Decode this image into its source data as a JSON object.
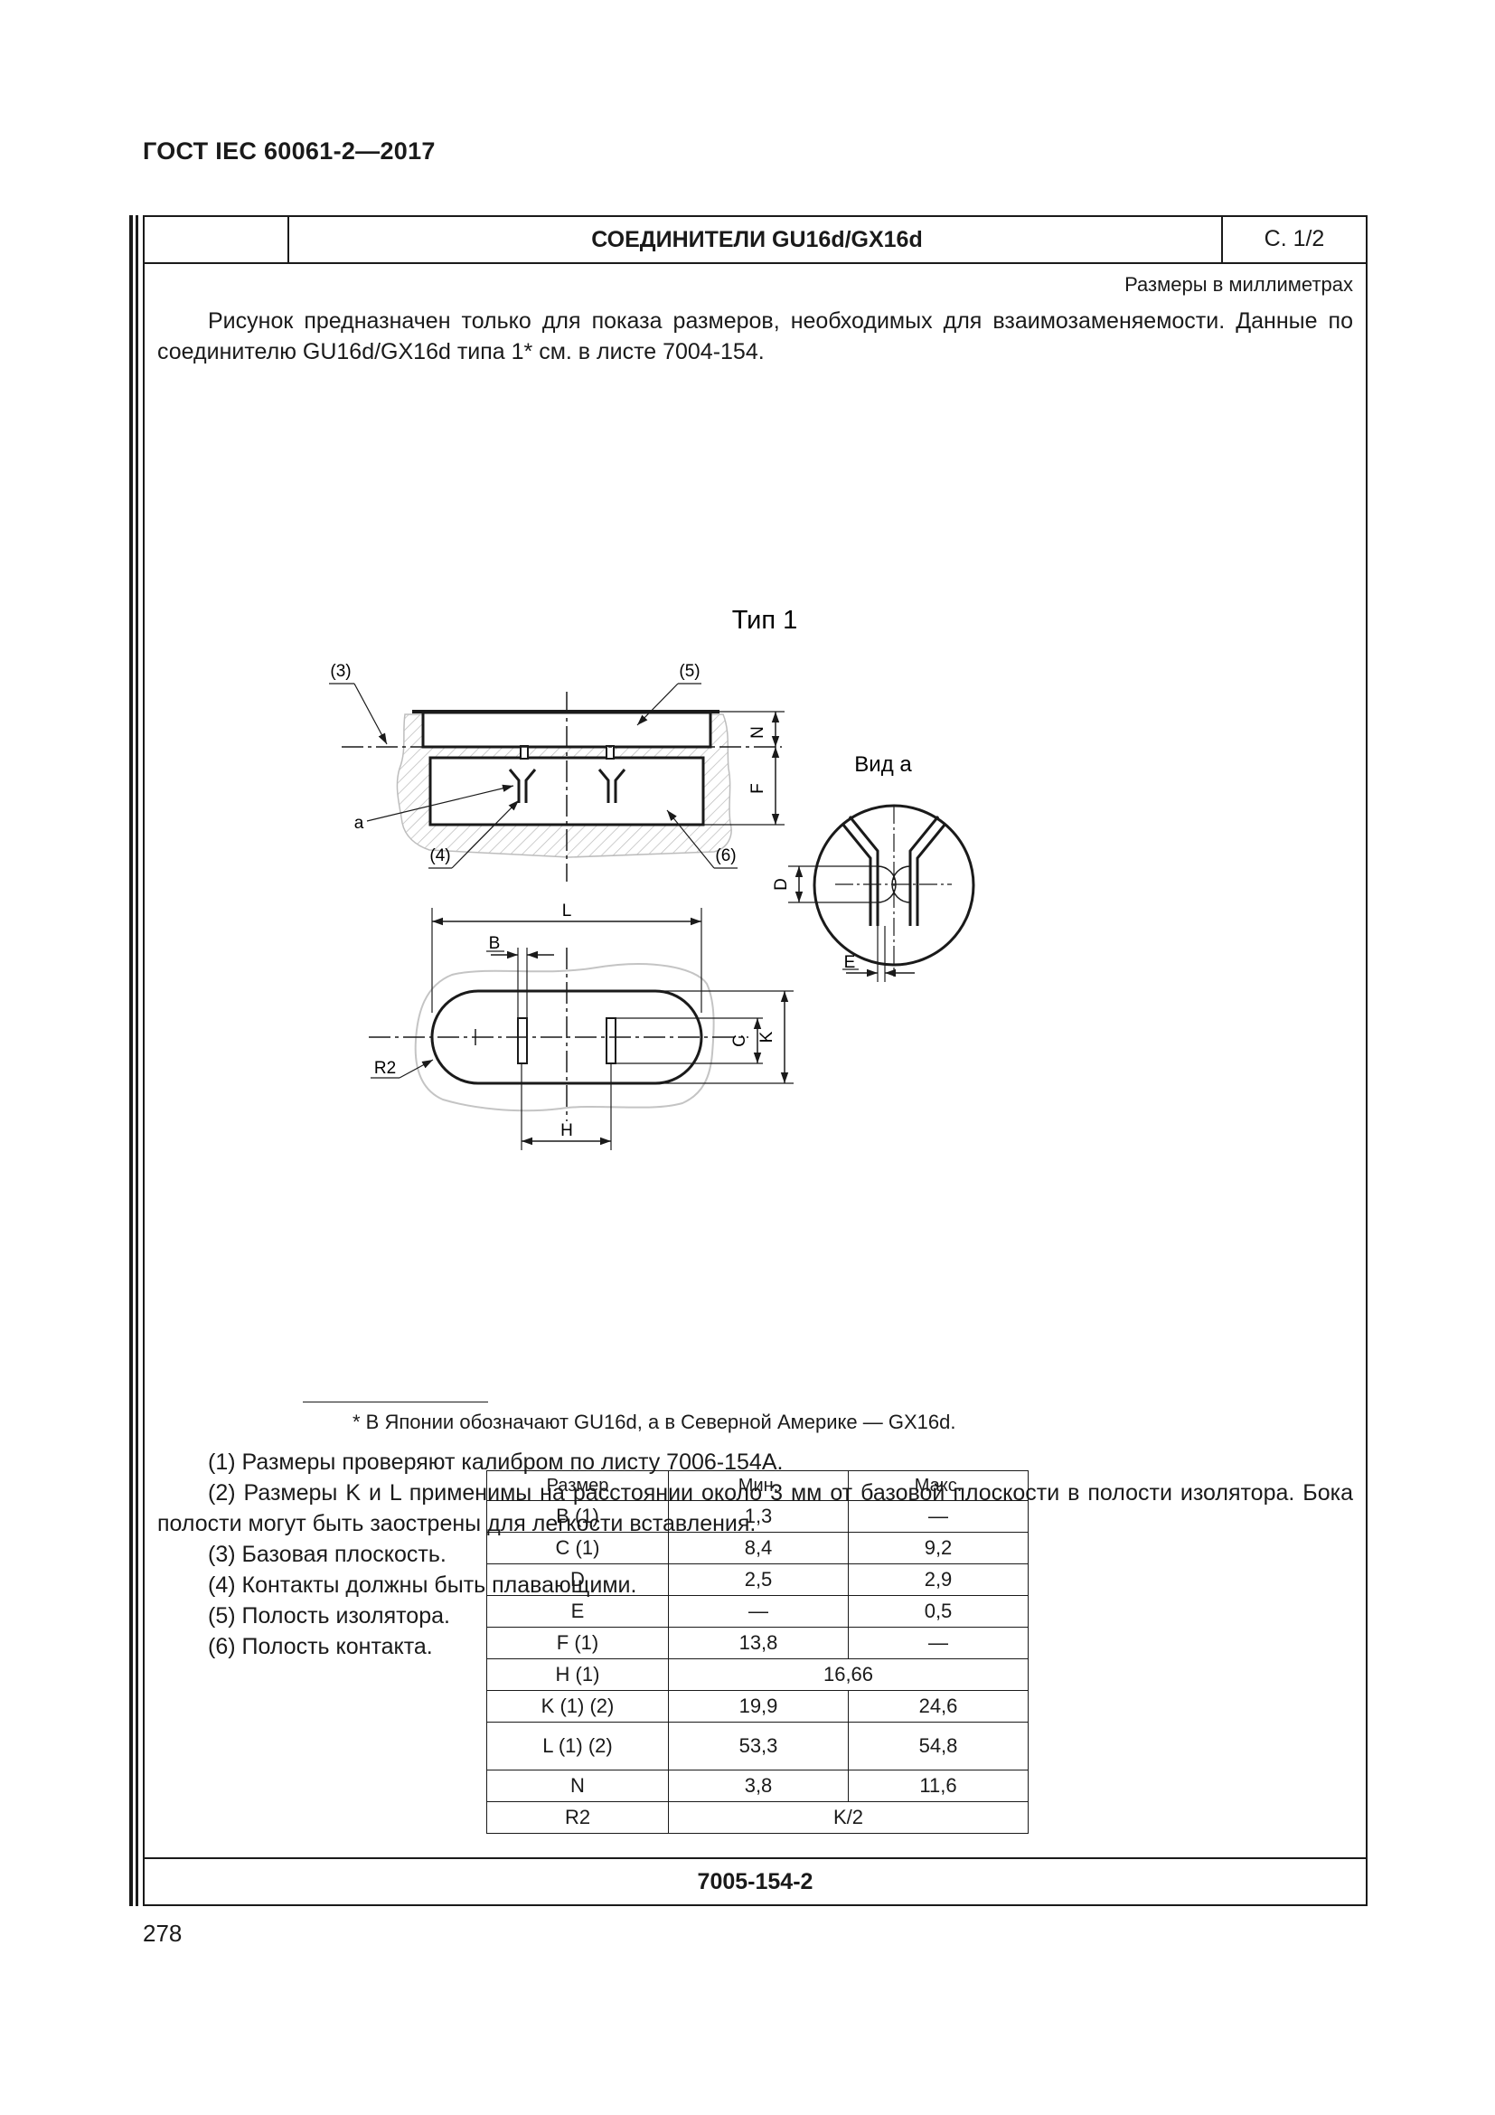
{
  "header": {
    "standard": "ГОСТ IEC 60061-2—2017"
  },
  "sheet": {
    "title": "СОЕДИНИТЕЛИ GU16d/GX16d",
    "sheet_label": "С. 1/2",
    "units": "Размеры в миллиметрах",
    "intro": "Рисунок предназначен только для показа размеров, необходимых для взаимозаменяемости. Данные по соединителю GU16d/GX16d типа 1* см. в листе 7004-154.",
    "sheet_number": "7005-154-2"
  },
  "drawing": {
    "type_label": "Тип 1",
    "view_label": "Вид а",
    "callouts": {
      "c3": "(3)",
      "c5": "(5)",
      "c4": "(4)",
      "c6": "(6)",
      "a": "a",
      "N": "N",
      "F": "F",
      "D": "D",
      "E": "E",
      "L": "L",
      "B": "B",
      "C": "C",
      "K": "K",
      "H": "H",
      "R2": "R2"
    }
  },
  "footnote": "* В Японии обозначают GU16d, а в Северной Америке — GX16d.",
  "notes": [
    "(1) Размеры проверяют калибром по листу 7006-154А.",
    "(2) Размеры K и L применимы на расстоянии около 3 мм от базовой плоскости в полости изолятора. Бока полости могут быть заострены для легкости вставления.",
    "(3) Базовая плоскость.",
    "(4) Контакты должны быть плавающими.",
    "(5) Полость изолятора.",
    "(6) Полость контакта."
  ],
  "table": {
    "headers": [
      "Размер",
      "Мин.",
      "Макс."
    ],
    "rows": [
      [
        "B (1)",
        "1,3",
        "—"
      ],
      [
        "C (1)",
        "8,4",
        "9,2"
      ],
      [
        "D",
        "2,5",
        "2,9"
      ],
      [
        "E",
        "—",
        "0,5"
      ],
      [
        "F (1)",
        "13,8",
        "—"
      ],
      [
        "H (1)",
        "16,66"
      ],
      [
        "K (1) (2)",
        "19,9",
        "24,6"
      ],
      [
        "L (1) (2)",
        "53,3",
        "54,8"
      ],
      [
        "N",
        "3,8",
        "11,6"
      ],
      [
        "R2",
        "K/2"
      ]
    ]
  },
  "page_number": "278"
}
